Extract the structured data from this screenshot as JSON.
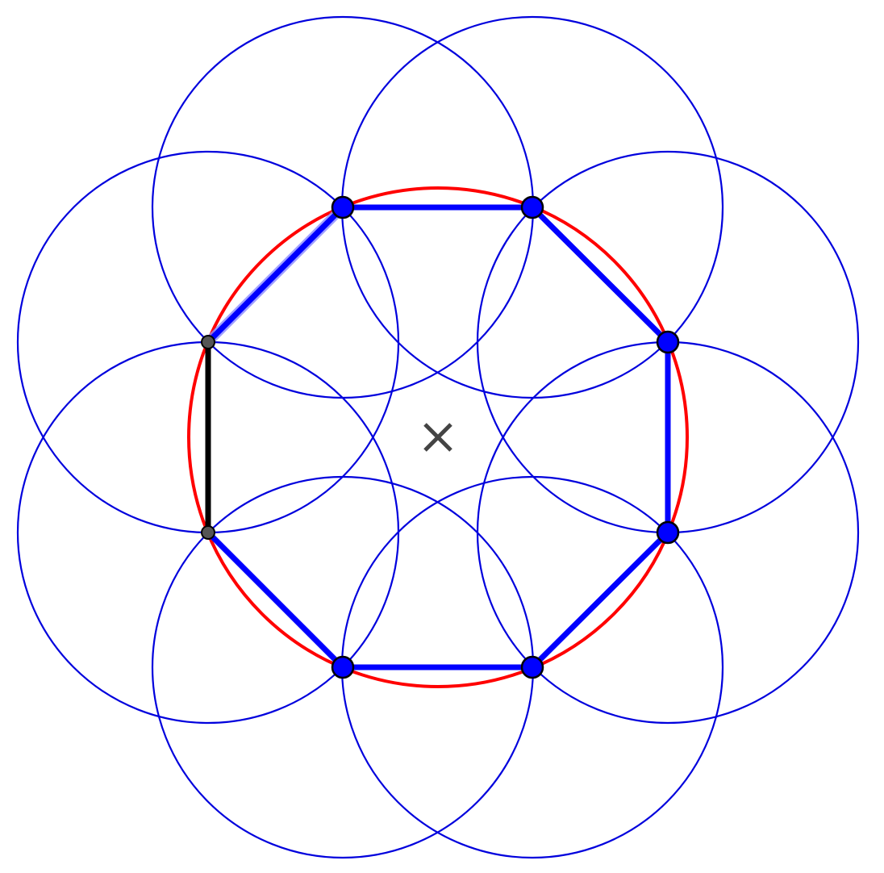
{
  "diagram": {
    "description_visible_text": [],
    "colors": {
      "background": "#ffffff",
      "construction_circle": "#0000dd",
      "circumcircle": "#ff0000",
      "polygon_edge": "#0000ff",
      "highlight_edge": "#000000",
      "active_point_fill": "#0000ff",
      "base_point_fill": "#555555",
      "center_marker": "#444444",
      "point_outline": "#000000"
    },
    "construction_circle_count": 8,
    "polygon": {
      "vertex_count": 8,
      "active_points": 6,
      "base_points": 2,
      "highlighted_edge": "base"
    },
    "center_marker_glyph": "×"
  }
}
